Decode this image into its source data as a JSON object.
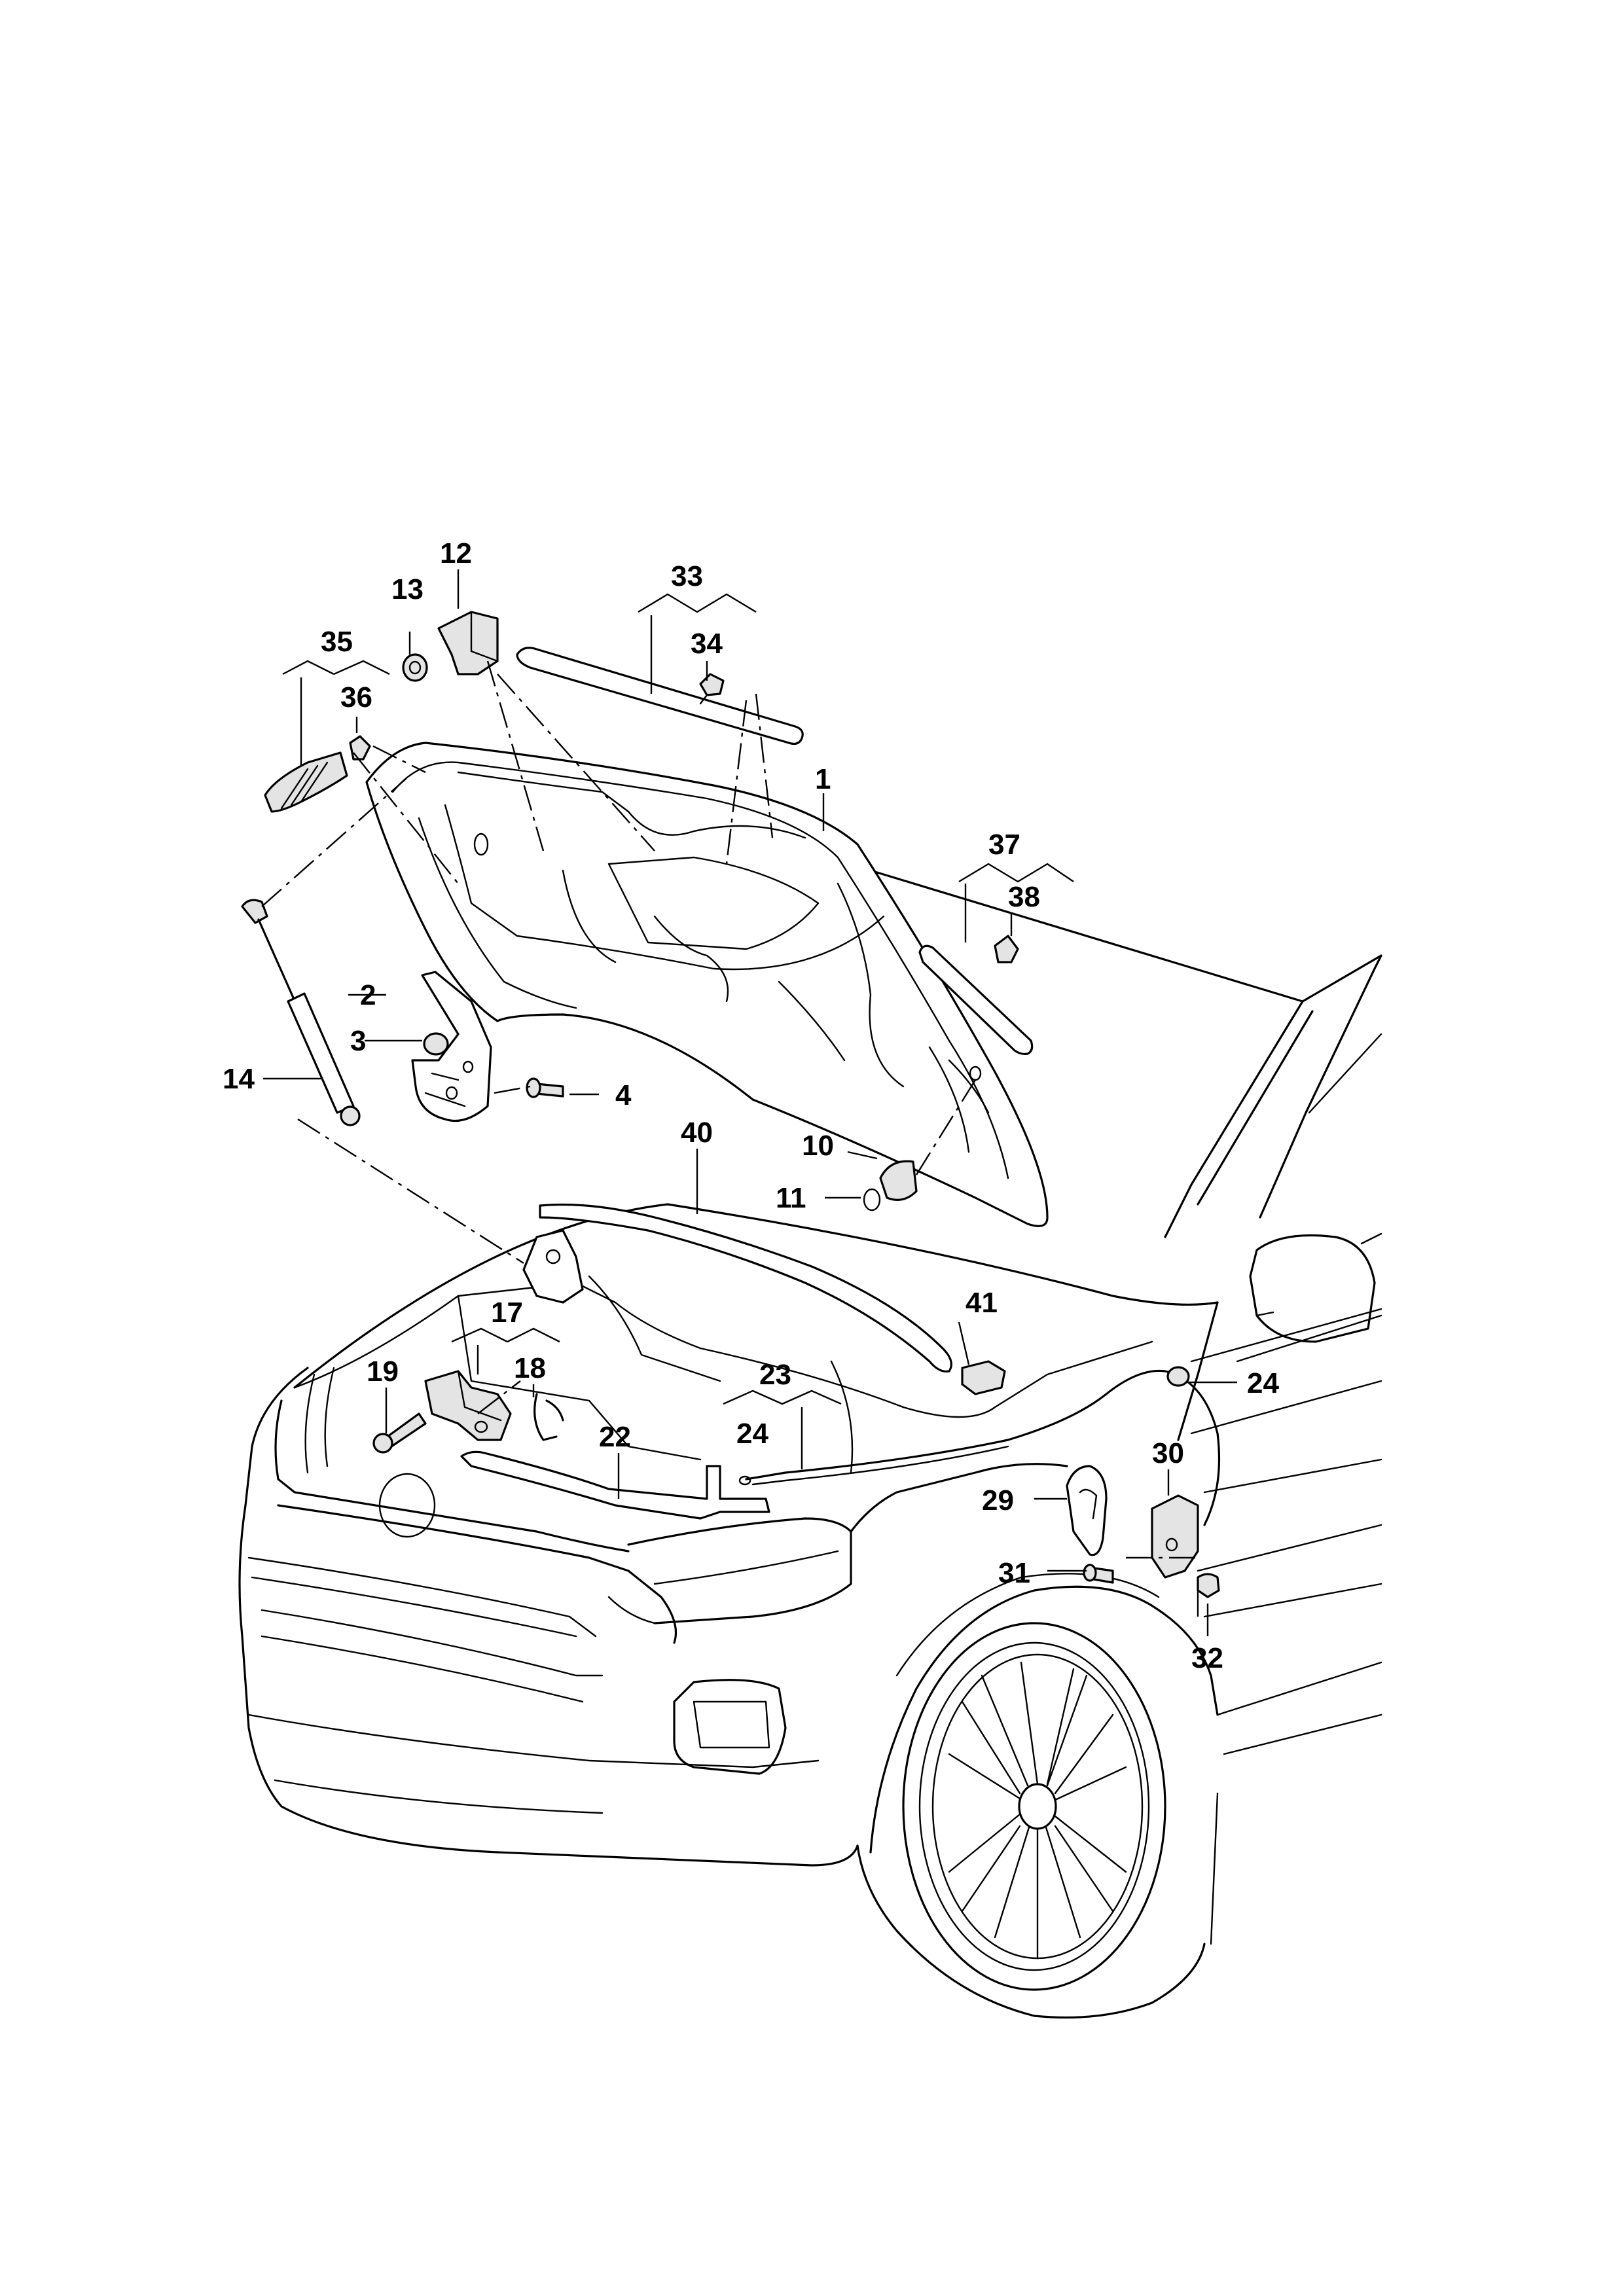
{
  "callouts": {
    "c1": "1",
    "c2": "2",
    "c3": "3",
    "c4": "4",
    "c10": "10",
    "c11": "11",
    "c12": "12",
    "c13": "13",
    "c14": "14",
    "c17": "17",
    "c18": "18",
    "c19": "19",
    "c22": "22",
    "c23": "23",
    "c24a": "24",
    "c24b": "24",
    "c29": "29",
    "c30": "30",
    "c31": "31",
    "c32": "32",
    "c33": "33",
    "c34": "34",
    "c35": "35",
    "c36": "36",
    "c37": "37",
    "c38": "38",
    "c40": "40",
    "c41": "41"
  }
}
